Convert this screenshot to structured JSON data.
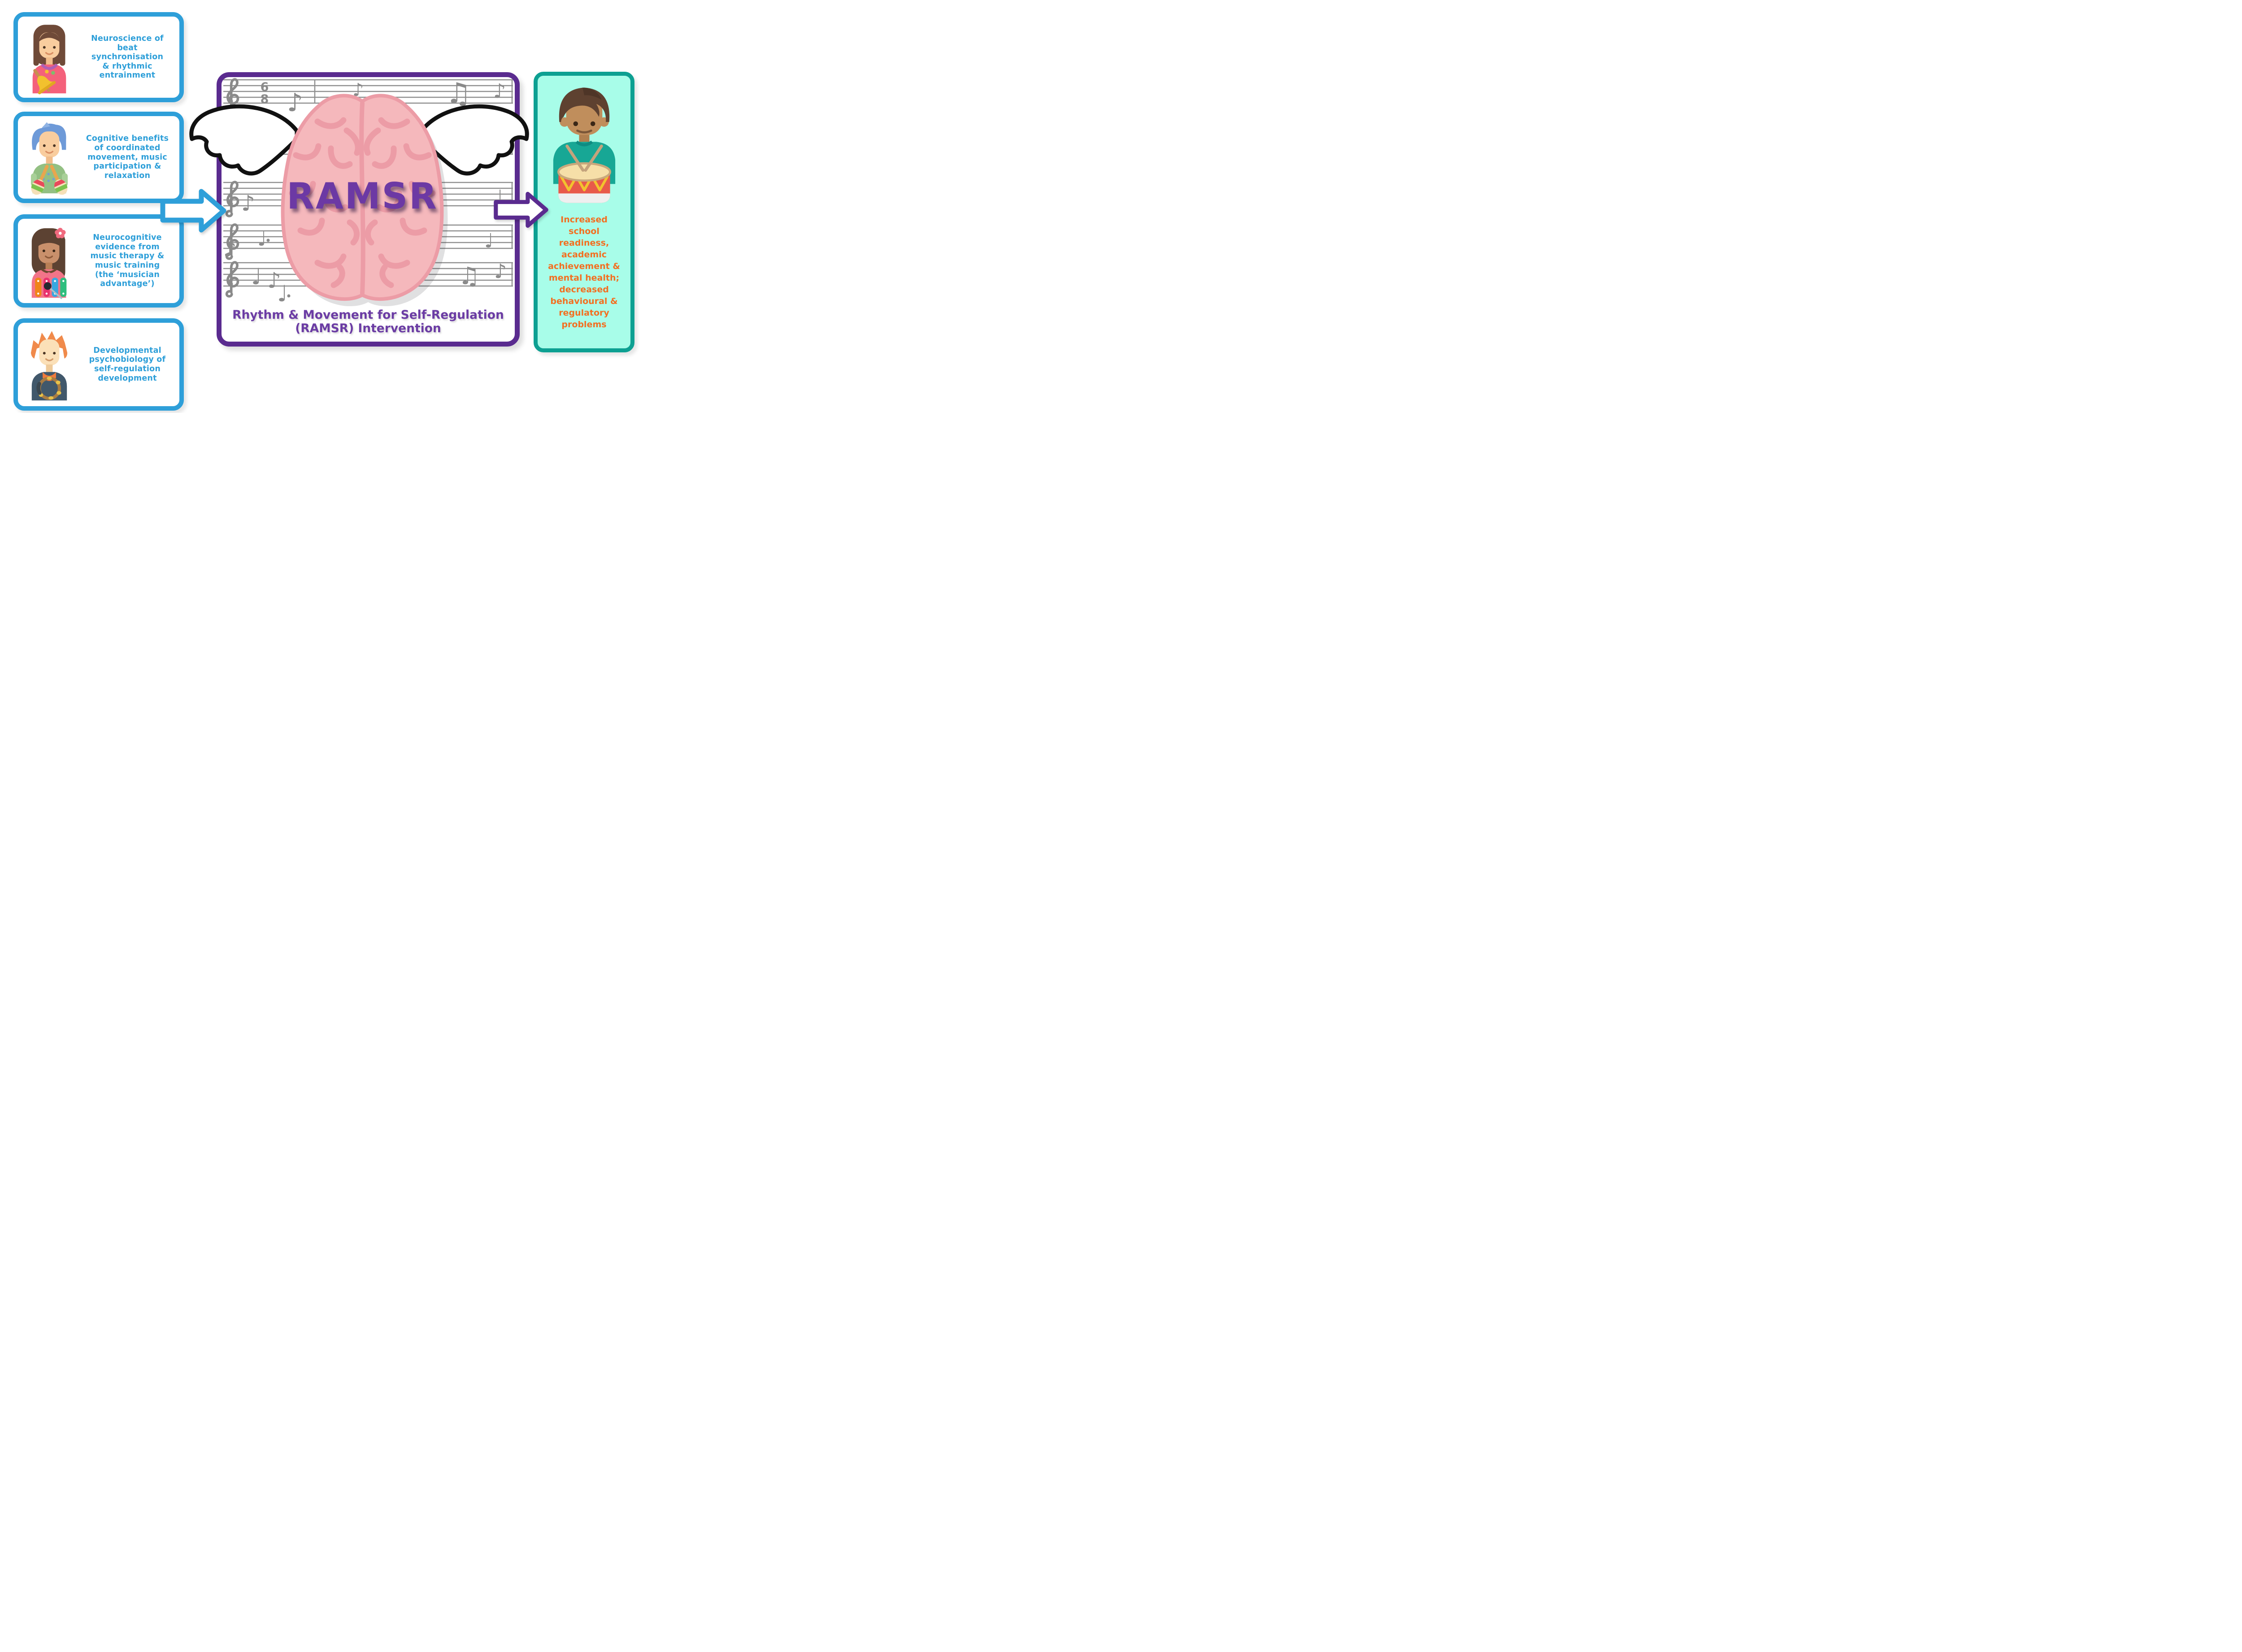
{
  "page": {
    "background": "#FFFFFF"
  },
  "colors": {
    "blue": "#2E9FD9",
    "purple_border": "#5A2B8F",
    "purple_text": "#6B3CA4",
    "ramsr_purple": "#6C39A4",
    "teal_border": "#0DA092",
    "mint_bg": "#A8FDE9",
    "orange_text": "#F36F21",
    "music_gray": "#8A8A8A",
    "brain_pink": "#F5B8BC",
    "brain_line": "#EC9CA6"
  },
  "left_panels": [
    {
      "avatar": "girl-with-bell",
      "label": "Neuroscience of\nbeat\nsynchronisation\n& rhythmic\nentrainment"
    },
    {
      "avatar": "boy-with-maracas",
      "label": "Cognitive benefits\nof coordinated\nmovement, music\nparticipation &\nrelaxation"
    },
    {
      "avatar": "girl-with-xylophone",
      "label": "Neurocognitive\nevidence from\nmusic therapy &\nmusic training\n(the ‘musician\nadvantage’)"
    },
    {
      "avatar": "boy-with-tambourine",
      "label": "Developmental\npsychobiology of\nself-regulation\ndevelopment"
    }
  ],
  "center_panel": {
    "brain_label": "RAMSR",
    "caption": "Rhythm & Movement for Self-Regulation\n(RAMSR) Intervention",
    "time_signature_top": "6",
    "time_signature_bottom": "8"
  },
  "right_panel": {
    "avatar": "boy-with-drum",
    "outcome_text": "Increased\nschool\nreadiness,\nacademic\nachievement &\nmental health;\ndecreased\nbehavioural &\nregulatory\nproblems"
  }
}
